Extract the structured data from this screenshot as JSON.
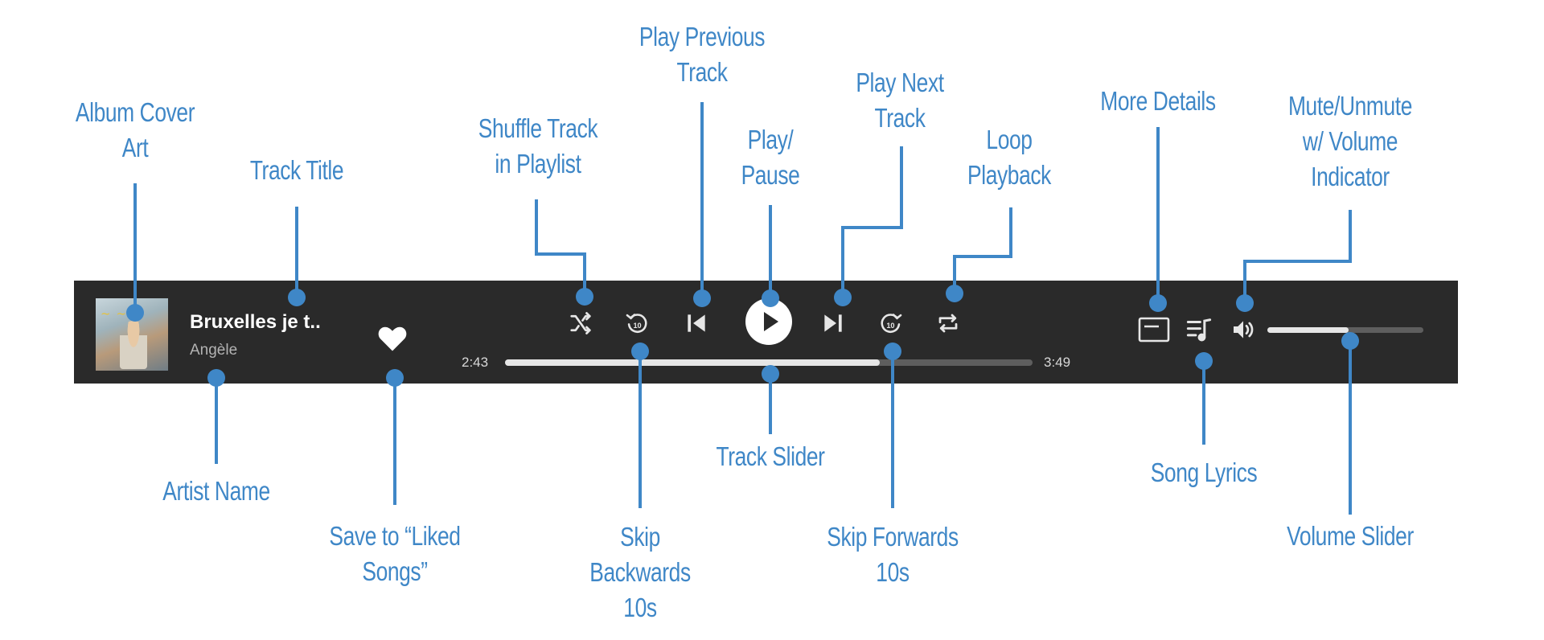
{
  "player": {
    "track_title": "Bruxelles je t..",
    "artist_name": "Angèle",
    "time_elapsed": "2:43",
    "time_total": "3:49",
    "track_progress": 0.71,
    "volume_level": 0.52
  },
  "annotations": {
    "album_cover_art": "Album Cover\nArt",
    "track_title": "Track Title",
    "artist_name": "Artist Name",
    "save_liked": "Save to “Liked\nSongs”",
    "shuffle": "Shuffle Track\nin Playlist",
    "skip_back": "Skip\nBackwards\n10s",
    "previous": "Play Previous\nTrack",
    "play_pause": "Play/\nPause",
    "track_slider": "Track Slider",
    "next": "Play Next\nTrack",
    "skip_forward": "Skip Forwards\n10s",
    "loop": "Loop\nPlayback",
    "more_details": "More Details",
    "song_lyrics": "Song Lyrics",
    "mute": "Mute/Unmute\nw/ Volume\nIndicator",
    "volume_slider": "Volume Slider"
  },
  "colors": {
    "annotation": "#3f87c7",
    "player_background": "#2a2a2a",
    "icon": "#e6e6e6"
  },
  "icons": [
    "heart-icon",
    "shuffle-icon",
    "skip-back-10-icon",
    "previous-track-icon",
    "play-icon",
    "next-track-icon",
    "skip-forward-10-icon",
    "repeat-icon",
    "details-icon",
    "lyrics-icon",
    "volume-icon"
  ]
}
